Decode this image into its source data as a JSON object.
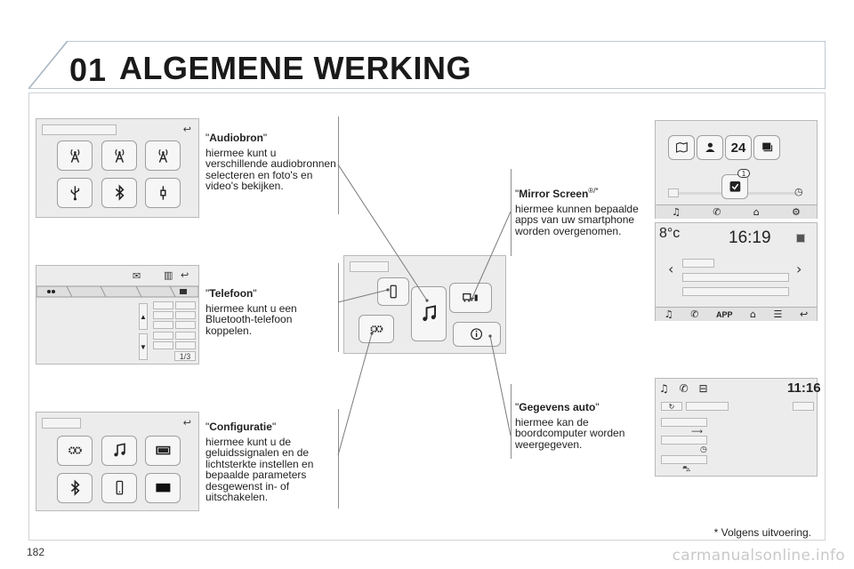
{
  "header": {
    "chapter": "01",
    "title": "ALGEMENE WERKING"
  },
  "captions": {
    "audio": {
      "label": "Audiobron",
      "desc": "hiermee kunt u verschillende audiobronnen selecteren en foto's en video's bekijken."
    },
    "phone": {
      "label": "Telefoon",
      "desc": "hiermee kunt u een Bluetooth-telefoon koppelen."
    },
    "config": {
      "label": "Configuratie",
      "desc": "hiermee kunt u de geluidssignalen en de lichtsterkte instellen en bepaalde parameters desgewenst in- of uitschakelen."
    },
    "mirror": {
      "label": "Mirror Screen",
      "sup": "®/*",
      "desc": "hiermee kunnen bepaalde apps van uw smartphone worden overgenomen."
    },
    "vehicle": {
      "label": "Gegevens auto",
      "desc": "hiermee kan de boordcomputer worden weergegeven."
    }
  },
  "screens": {
    "phone_pager": "1/3",
    "home_temp": "8°c",
    "home_time": "16:19",
    "home_app_label": "APP",
    "home_badge_24": "24",
    "home_badge_1": "1",
    "vehicle_time": "11:16"
  },
  "icons": [
    "back-arrow-icon",
    "radio-antenna-icon",
    "usb-icon",
    "bluetooth-icon",
    "aux-jack-icon",
    "music-note-icon",
    "phone-handset-icon",
    "home-icon",
    "gears-icon",
    "smartphone-icon",
    "car-phone-icon",
    "info-icon",
    "envelope-icon",
    "list-icon",
    "clock-icon",
    "check-icon",
    "person-icon",
    "screen-brightness-icon"
  ],
  "footnote": "* Volgens uitvoering.",
  "page_number": "182",
  "watermark": "carmanualsonline.info"
}
